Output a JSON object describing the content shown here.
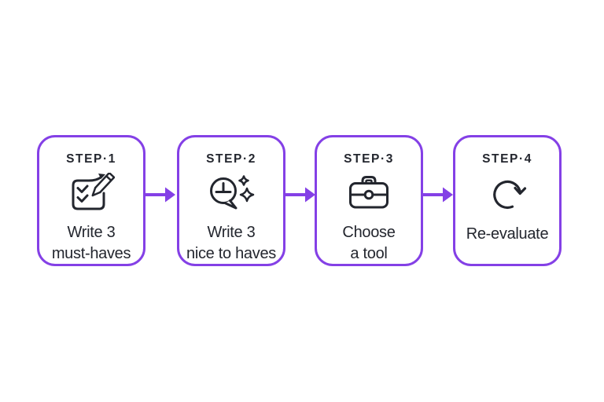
{
  "colors": {
    "background": "#FFFFFF",
    "accent": "#8440E6",
    "ink": "#23262E"
  },
  "diagram": {
    "steps": [
      {
        "title": "STEP·1",
        "icon": "checklist-pencil-icon",
        "label": "Write 3\nmust-haves"
      },
      {
        "title": "STEP·2",
        "icon": "clock-sparkles-icon",
        "label": "Write 3\nnice to haves"
      },
      {
        "title": "STEP·3",
        "icon": "briefcase-icon",
        "label": "Choose\na tool"
      },
      {
        "title": "STEP·4",
        "icon": "refresh-arrow-icon",
        "label": "Re-evaluate"
      }
    ],
    "connector_icon": "arrow-right-icon"
  }
}
